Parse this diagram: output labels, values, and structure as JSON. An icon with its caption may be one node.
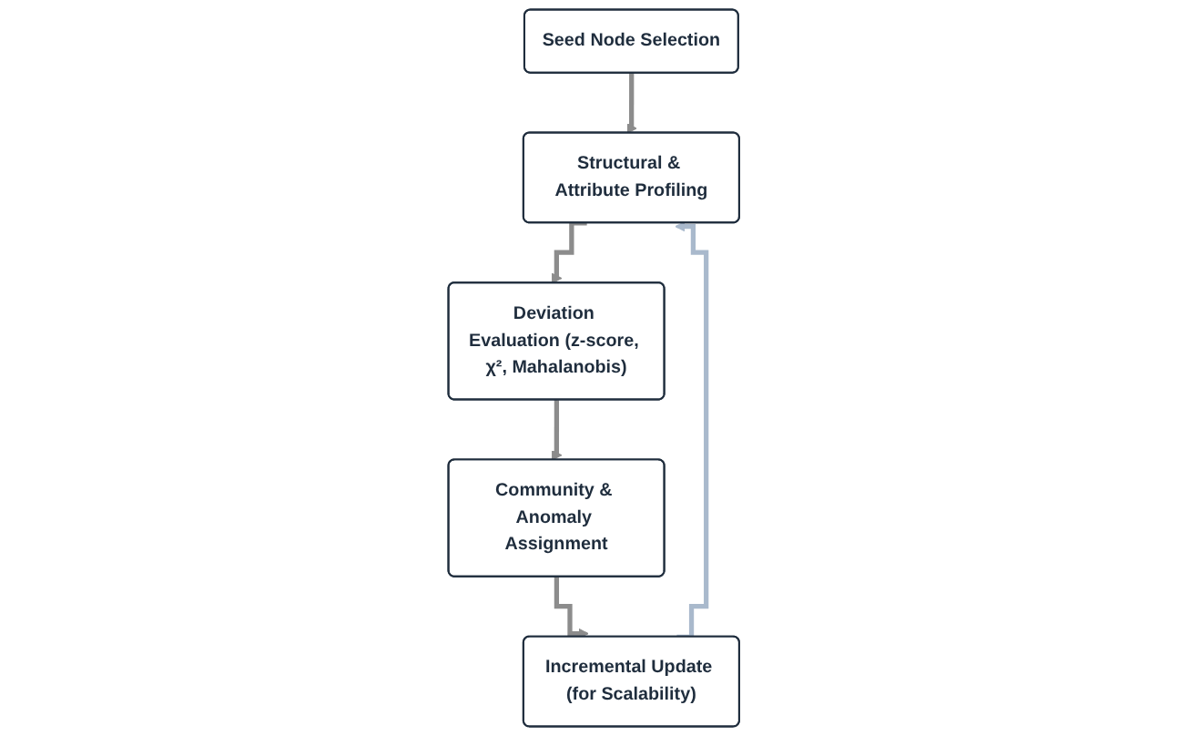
{
  "diagram": {
    "nodes": [
      {
        "text": [
          "Seed Node Selection"
        ]
      },
      {
        "text": [
          "Structural & Attribute Profiling"
        ]
      },
      {
        "text": [
          "Deviation Evaluation (z-score, χ², Mahalanobis)"
        ]
      },
      {
        "text": [
          "Community & Anomaly Assignment"
        ]
      },
      {
        "text": [
          "Incremental Update (for Scalability)"
        ]
      }
    ],
    "edges": [
      {
        "from": 0,
        "to": 1,
        "arrow": "to"
      },
      {
        "from": 1,
        "to": 2,
        "arrow": "to"
      },
      {
        "from": 2,
        "to": 3,
        "arrow": "to"
      },
      {
        "from": 3,
        "to": 4,
        "arrow": "to"
      },
      {
        "from": 4,
        "to": 1,
        "arrow": "to",
        "color": "#a9b9cc"
      }
    ]
  }
}
